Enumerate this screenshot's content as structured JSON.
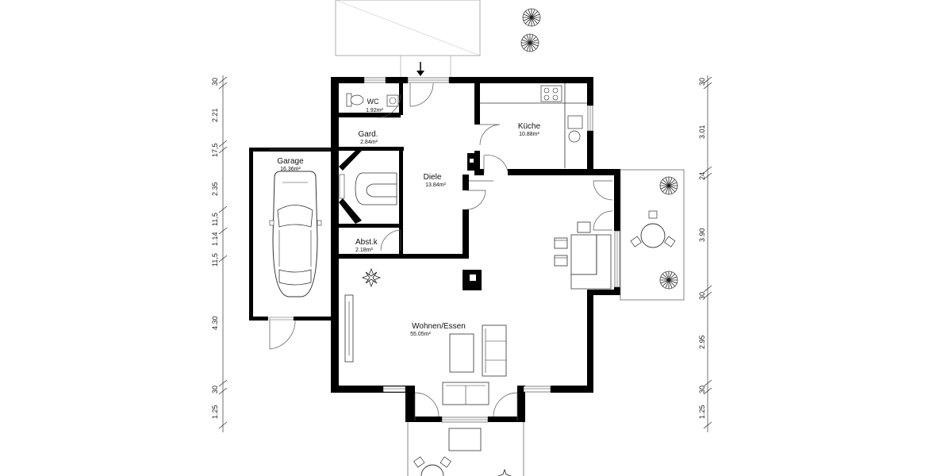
{
  "rooms": {
    "wc": {
      "name": "WC",
      "area": "1.92m²"
    },
    "gard": {
      "name": "Gard.",
      "area": "2.84m²"
    },
    "diele": {
      "name": "Diele",
      "area": "13.84m²"
    },
    "kueche": {
      "name": "Küche",
      "area": "10.88m²"
    },
    "garage": {
      "name": "Garage",
      "area": "16.36m²"
    },
    "abst": {
      "name": "Abst.k",
      "area": "2.18m²"
    },
    "wohnen": {
      "name": "Wohnen/Essen",
      "area": "55.05m²"
    }
  },
  "dimensions": {
    "left": [
      "30",
      "2.21",
      "17,5",
      "2.35",
      "11,5",
      "1.14",
      "11,5",
      "4.30",
      "30",
      "1.25"
    ],
    "right": [
      "30",
      "3.01",
      "24",
      "3.90",
      "30",
      "2.95",
      "30",
      "1.25"
    ]
  },
  "icons": [
    "entrance-arrow-icon",
    "car-icon",
    "plant-icon",
    "table-chairs-icon",
    "stove-icon",
    "sink-icon",
    "toilet-icon"
  ]
}
